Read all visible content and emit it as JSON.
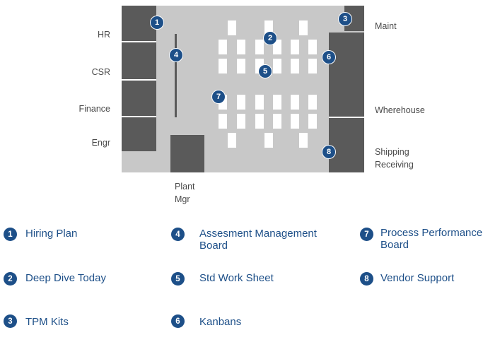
{
  "rooms": {
    "hr": "HR",
    "csr": "CSR",
    "finance": "Finance",
    "engr": "Engr",
    "plant_mgr_line1": "Plant",
    "plant_mgr_line2": "Mgr",
    "maint": "Maint",
    "wherehouse": "Wherehouse",
    "shipping": "Shipping",
    "receiving": "Receiving"
  },
  "legend": [
    {
      "num": "1",
      "label": "Hiring Plan"
    },
    {
      "num": "2",
      "label": "Deep Dive Today"
    },
    {
      "num": "3",
      "label": "TPM Kits"
    },
    {
      "num": "4",
      "label_line1": "Assesment Management",
      "label_line2": "Board"
    },
    {
      "num": "5",
      "label": "Std Work Sheet"
    },
    {
      "num": "6",
      "label": "Kanbans"
    },
    {
      "num": "7",
      "label_line1": "Process Performance",
      "label_line2": "Board"
    },
    {
      "num": "8",
      "label": "Vendor Support"
    }
  ],
  "colors": {
    "floor": "#c8c8c8",
    "walls": "#5a5a5a",
    "marker": "#1d4f88"
  }
}
